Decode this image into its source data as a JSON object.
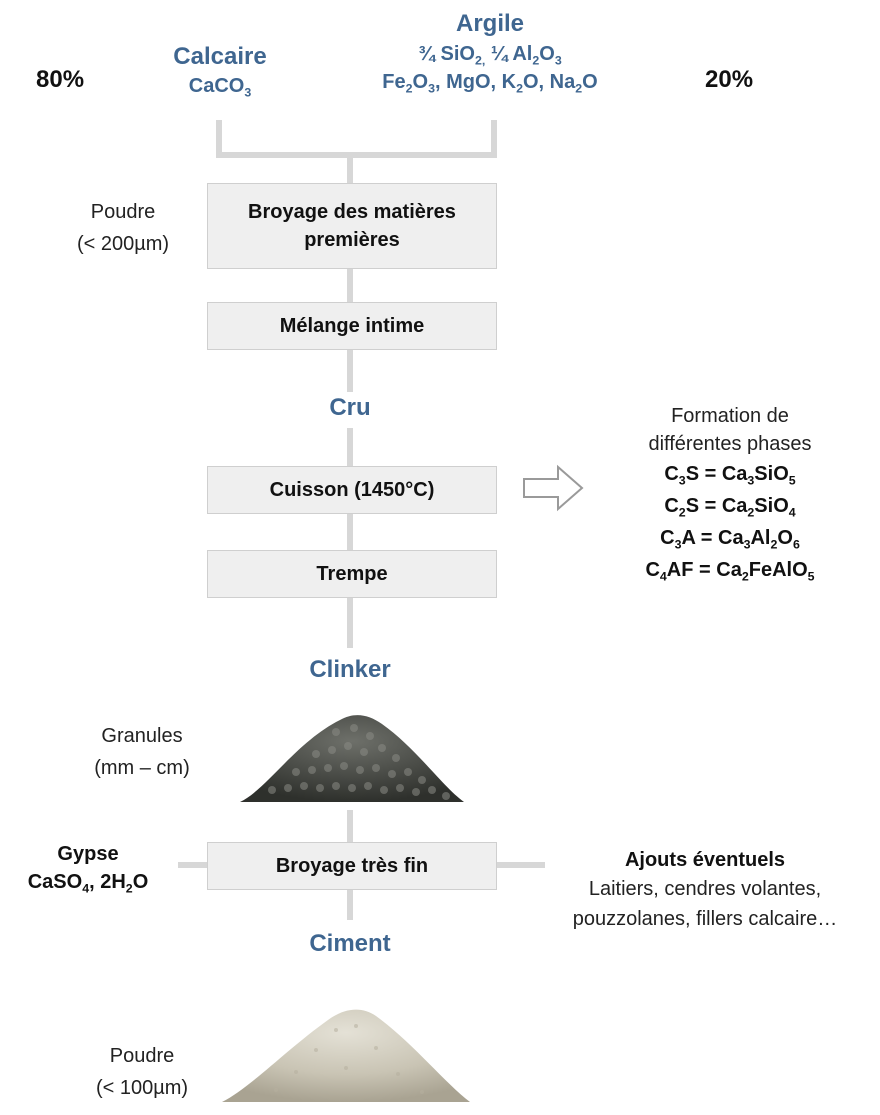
{
  "inputs": {
    "calcaire": {
      "percent": "80%",
      "name": "Calcaire",
      "formula": "CaCO",
      "formula_sub": "3"
    },
    "argile": {
      "percent": "20%",
      "name": "Argile",
      "line1": {
        "a": "¾ SiO",
        "a_sub": "2,",
        "b": " ¼ Al",
        "b_sub": "2",
        "c": "O",
        "c_sub": "3"
      },
      "line2": {
        "a": "Fe",
        "a_sub": "2",
        "b": "O",
        "b_sub": "3",
        "c": ", MgO, K",
        "c_sub": "2",
        "d": "O, Na",
        "d_sub": "2",
        "e": "O"
      }
    }
  },
  "steps": {
    "broyage": {
      "label_line1": "Broyage des matières",
      "label_line2": "premières",
      "side_line1": "Poudre",
      "side_line2": "(< 200µm)"
    },
    "melange": {
      "label": "Mélange intime"
    },
    "cru": {
      "label": "Cru"
    },
    "cuisson": {
      "label": "Cuisson (1450°C)"
    },
    "trempe": {
      "label": "Trempe"
    },
    "clinker": {
      "label": "Clinker",
      "side_line1": "Granules",
      "side_line2": "(mm – cm)"
    },
    "broyage_fin": {
      "label": "Broyage très fin"
    },
    "ciment": {
      "label": "Ciment",
      "side_line1": "Poudre",
      "side_line2": "(< 100µm)"
    }
  },
  "phases": {
    "title_line1": "Formation de",
    "title_line2": "différentes phases",
    "items": [
      {
        "p1": "C",
        "p1s": "3",
        "p2": "S = Ca",
        "p2s": "3",
        "p3": "SiO",
        "p3s": "5"
      },
      {
        "p1": "C",
        "p1s": "2",
        "p2": "S = Ca",
        "p2s": "2",
        "p3": "SiO",
        "p3s": "4"
      },
      {
        "p1": "C",
        "p1s": "3",
        "p2": "A = Ca",
        "p2s": "3",
        "p3": "Al",
        "p3s": "2",
        "p4": "O",
        "p4s": "6"
      },
      {
        "p1": "C",
        "p1s": "4",
        "p2": "AF = Ca",
        "p2s": "2",
        "p3": "FeAlO",
        "p3s": "5"
      }
    ]
  },
  "gypse": {
    "name": "Gypse",
    "f1": "CaSO",
    "f1s": "4",
    "f2": ", 2H",
    "f2s": "2",
    "f3": "O"
  },
  "ajouts": {
    "title": "Ajouts éventuels",
    "line1": "Laitiers, cendres volantes,",
    "line2": "pouzzolanes, fillers calcaire…"
  }
}
